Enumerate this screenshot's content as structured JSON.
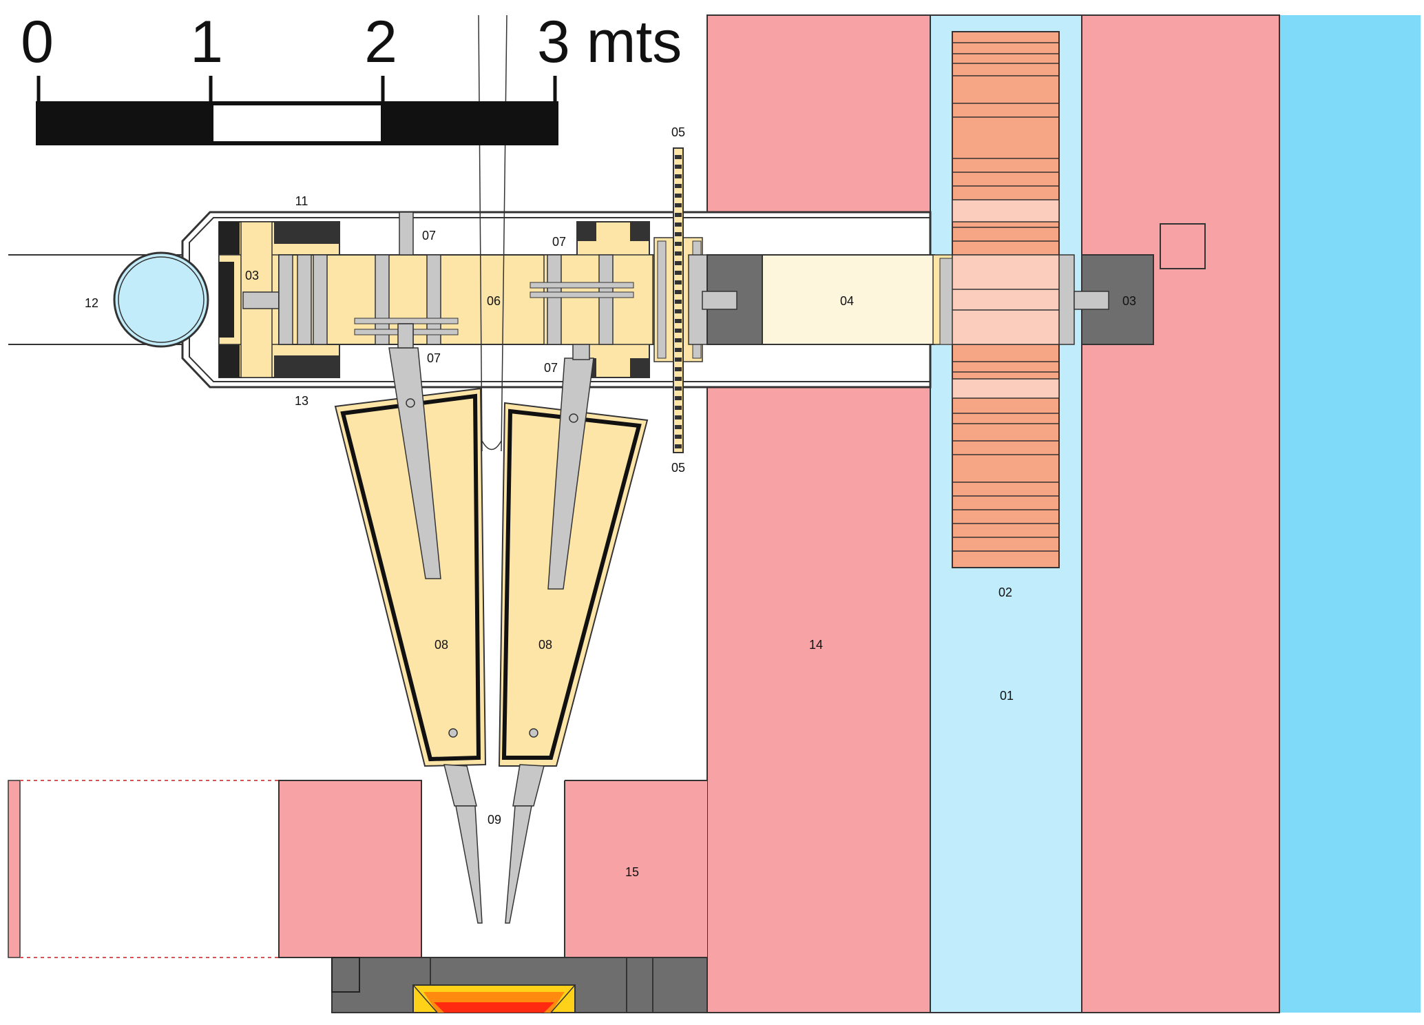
{
  "scale_bar": {
    "tick_0": "0",
    "tick_1": "1",
    "tick_2": "2",
    "tick_3": "3 mts"
  },
  "labels": {
    "l01": "01",
    "l02": "02",
    "l03_left": "03",
    "l03_right": "03",
    "l04": "04",
    "l05_top": "05",
    "l05_bottom": "05",
    "l06": "06",
    "l07_a": "07",
    "l07_b": "07",
    "l07_c": "07",
    "l07_d": "07",
    "l08_left": "08",
    "l08_right": "08",
    "l09": "09",
    "l11": "11",
    "l12": "12",
    "l13": "13",
    "l14": "14",
    "l15": "15"
  },
  "colors": {
    "wall": "#f7a3a5",
    "water_channel": "#c0ecfb",
    "river": "#7fdafa",
    "wheel": "#f6a585",
    "wheel_light": "#fbcdbd",
    "wood": "#fde5a8",
    "wood_light": "#fef5dd",
    "metal": "#c7c7c7",
    "dark_metal": "#6e6e6e",
    "black": "#111111",
    "pipe_blue": "#c3ecfa"
  }
}
